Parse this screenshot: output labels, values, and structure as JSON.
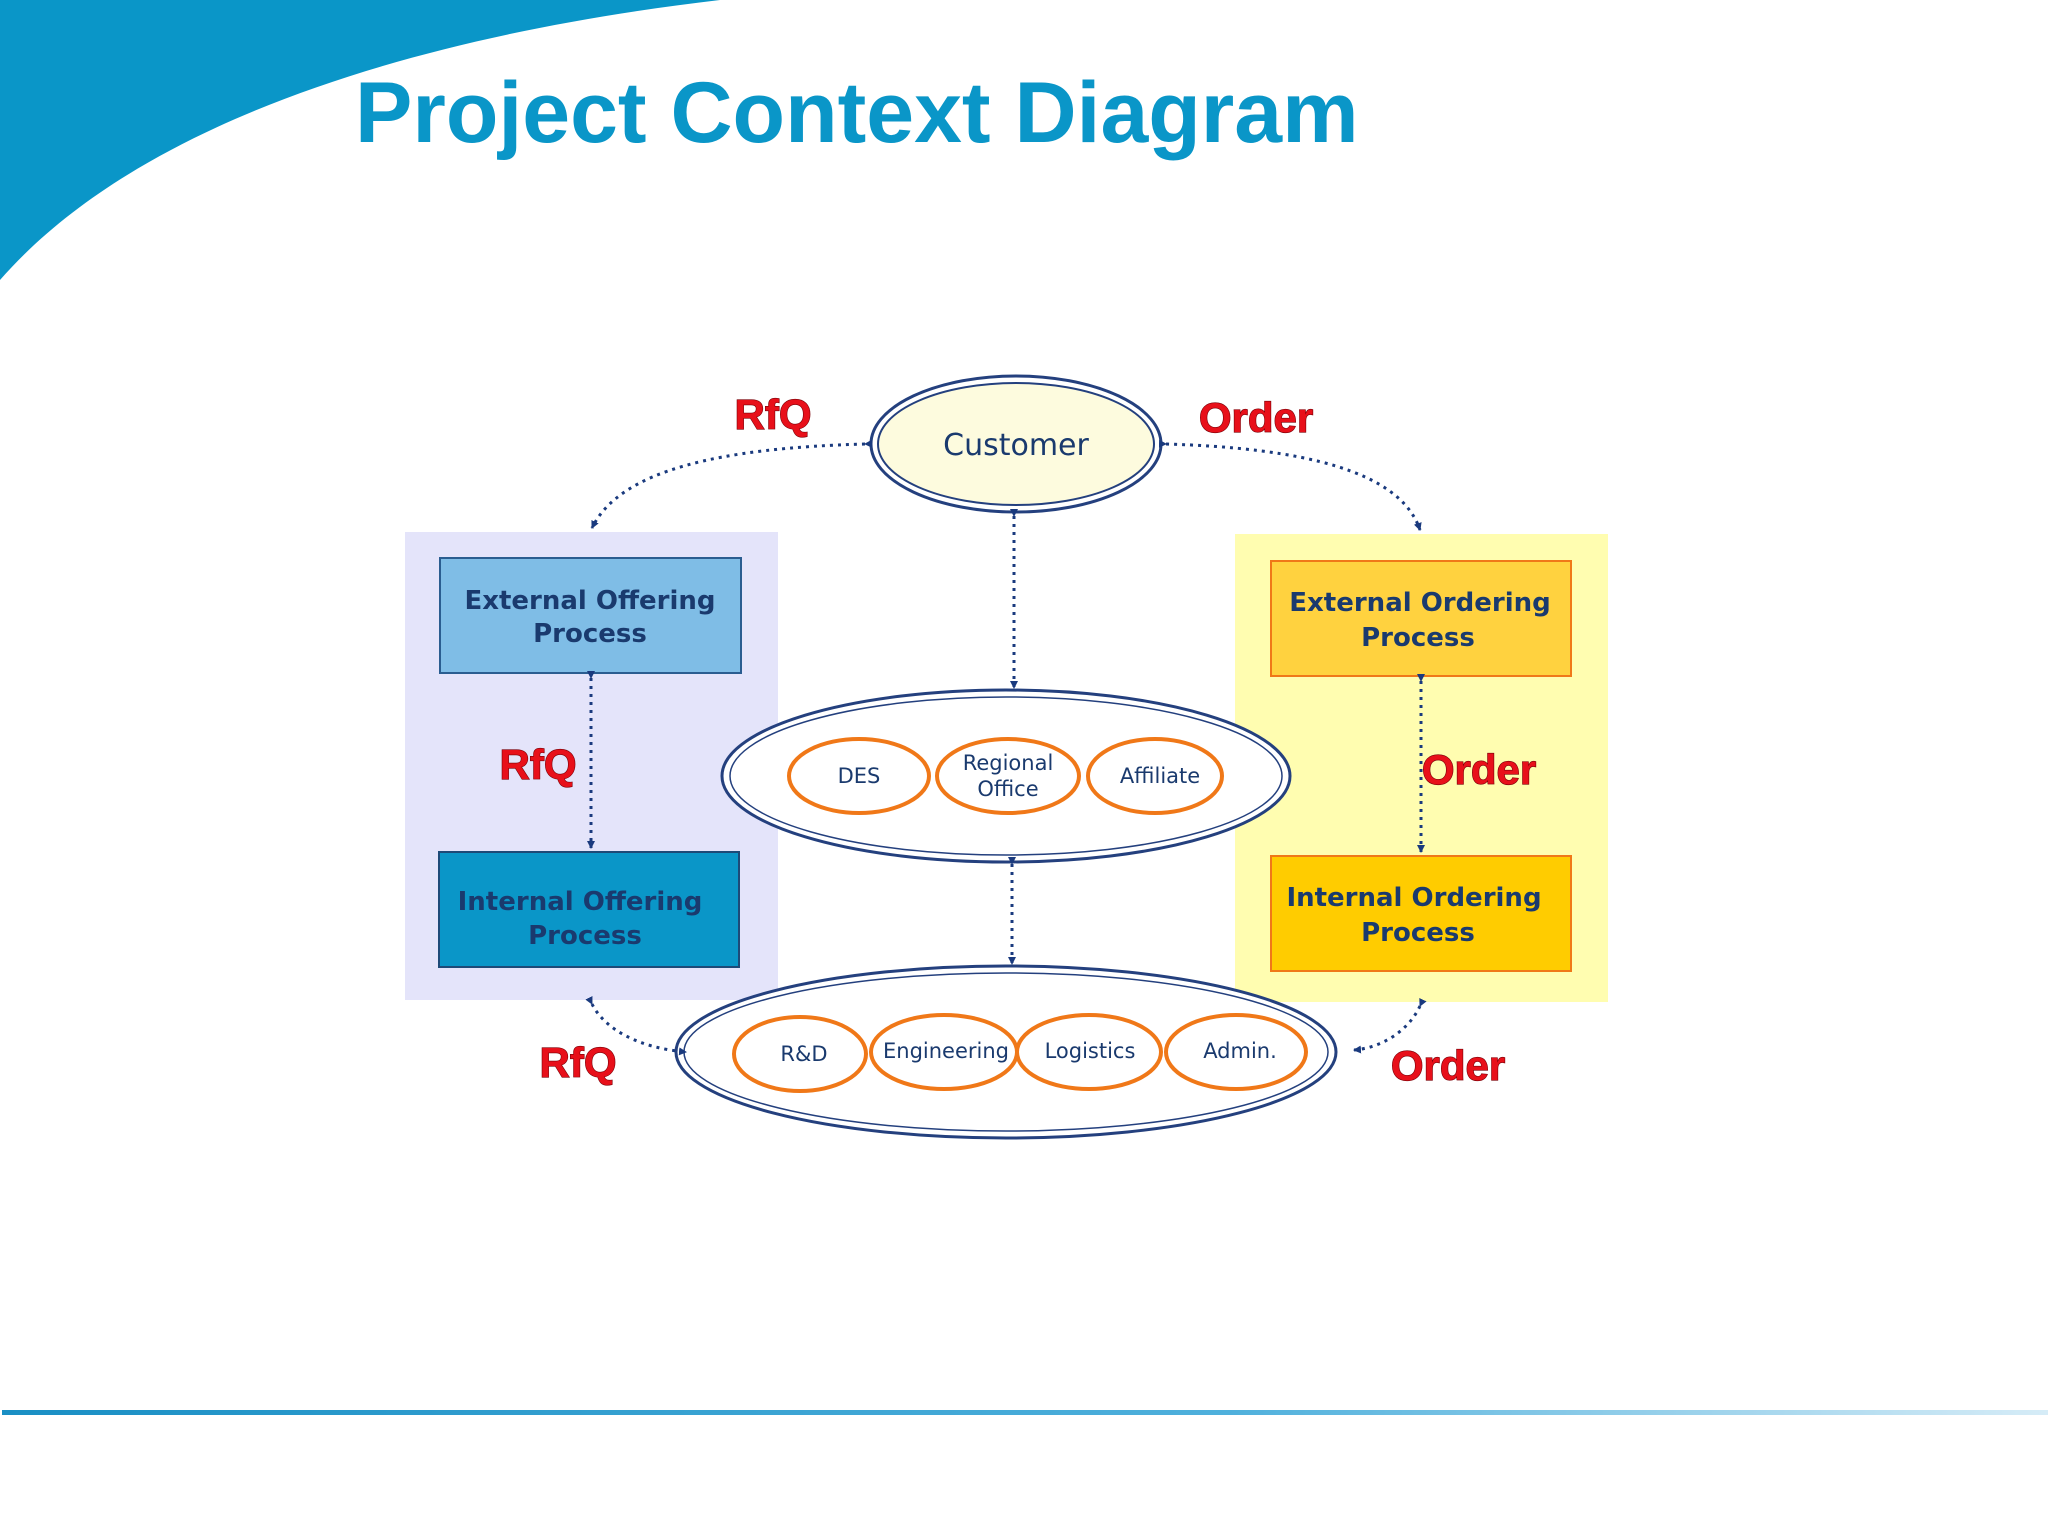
{
  "slide": {
    "title": "Project Context Diagram"
  },
  "customer": {
    "label": "Customer"
  },
  "external_offering": {
    "line1": "External Offering",
    "line2": "Process"
  },
  "internal_offering": {
    "line1": "Internal Offering",
    "line2": "Process"
  },
  "external_ordering": {
    "line1": "External Ordering",
    "line2": "Process"
  },
  "internal_ordering": {
    "line1": "Internal Ordering",
    "line2": "Process"
  },
  "middle_group": {
    "items": [
      {
        "line1": "DES",
        "line2": ""
      },
      {
        "line1": "Regional",
        "line2": "Office"
      },
      {
        "line1": "Affiliate",
        "line2": ""
      }
    ]
  },
  "bottom_group": {
    "items": [
      "R&D",
      "Engineering",
      "Logistics",
      "Admin."
    ]
  },
  "flow_labels": {
    "rfq": "RfQ",
    "order": "Order"
  },
  "colors": {
    "title": "#0a96c8",
    "offering_panel": "#e4e4fa",
    "ordering_panel": "#fffdb0",
    "external_offering_box": "#7fbde6",
    "internal_offering_box": "#0a96c8",
    "external_ordering_box": "#ffd23f",
    "internal_ordering_box": "#ffcc00",
    "customer_fill": "#fdfbde",
    "sub_ellipse_border": "#f07818",
    "flow_label": "#e8101a"
  }
}
